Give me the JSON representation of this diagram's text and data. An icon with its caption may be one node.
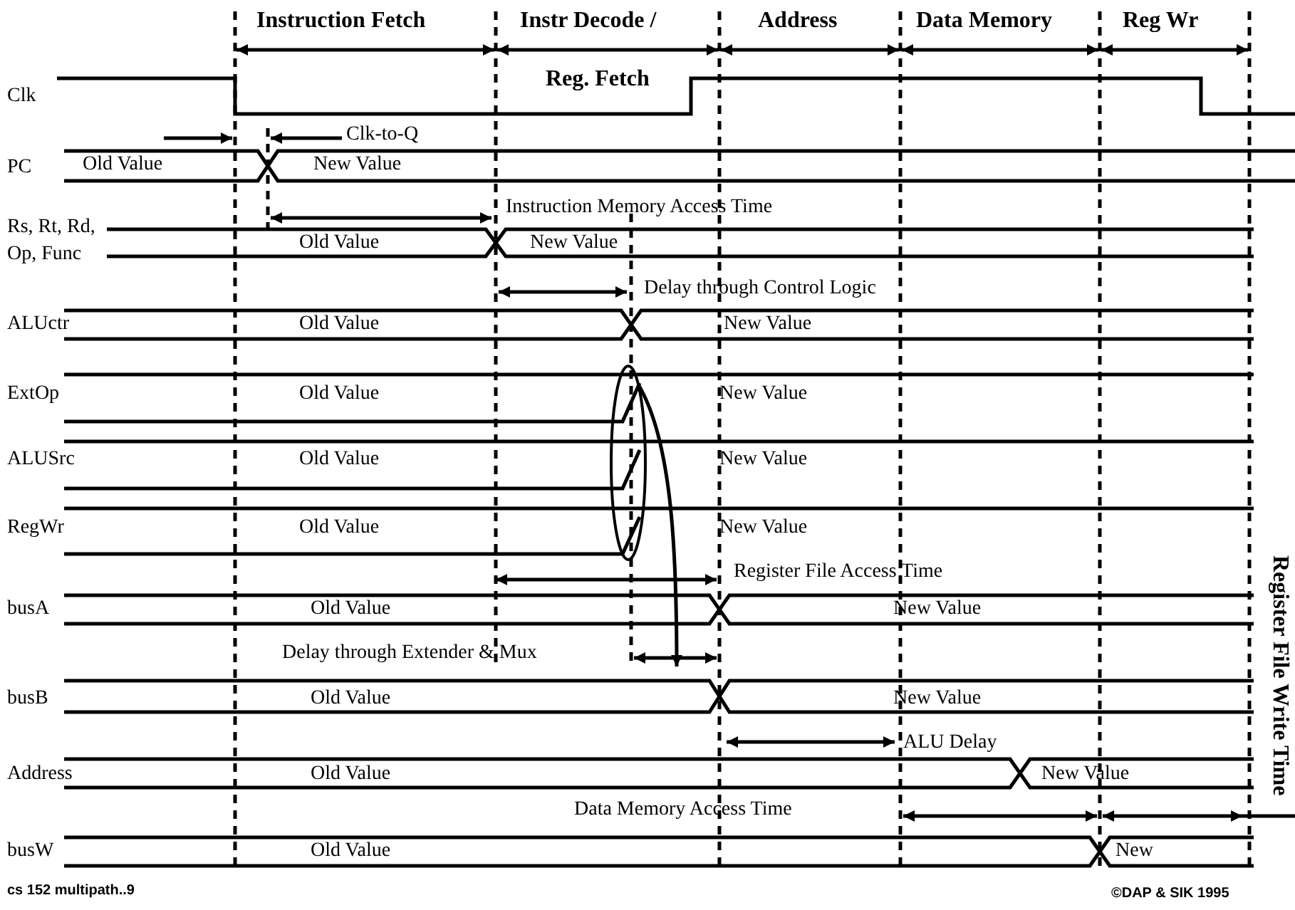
{
  "diagram": {
    "labels": [
      "Instruction Fetch",
      "Instr Decode /",
      "Address",
      "Data Memory",
      "Reg Wr",
      "Clk",
      "Reg. Fetch",
      "Clk-to-Q",
      "PC",
      "Old Value",
      "New Value",
      "Instruction Memory Access Time",
      "Rs, Rt, Rd, Op, Func",
      "Old Value",
      "New Value",
      "Delay through Control Logic",
      "ALUctr",
      "Old Value",
      "New Value",
      "ExtOp",
      "Old Value",
      "New Value",
      "ALUSrc",
      "Old Value",
      "New Value",
      "RegWr",
      "Old Value",
      "New Value",
      "Register File Access Time",
      "busA",
      "Old Value",
      "New Value",
      "Delay through Extender & Mux",
      "busB",
      "Old Value",
      "New Value",
      "ALU Delay",
      "Address",
      "Old Value",
      "New Value",
      "Data Memory Access Time",
      "busW",
      "Old Value",
      "New",
      "cs 152  multipath..9",
      "©DAP & SIK 1995",
      "Register File Write Time"
    ]
  }
}
